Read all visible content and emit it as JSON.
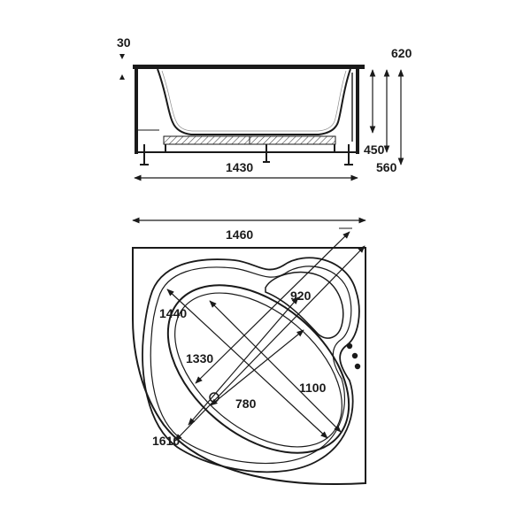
{
  "colors": {
    "line": "#1a1a1a",
    "background": "#ffffff",
    "hatch": "#444444"
  },
  "side_view": {
    "dims": {
      "rim_thickness": "30",
      "total_height": "620",
      "inner_height": "450",
      "outer_height": "560",
      "length": "1430"
    }
  },
  "plan_view": {
    "dims": {
      "overall_width": "1460",
      "diagonal_outer": "1610",
      "inner_length": "1440",
      "basin_length": "1330",
      "basin_width": "780",
      "basin_diagonal": "1100",
      "corner_span": "920"
    }
  }
}
